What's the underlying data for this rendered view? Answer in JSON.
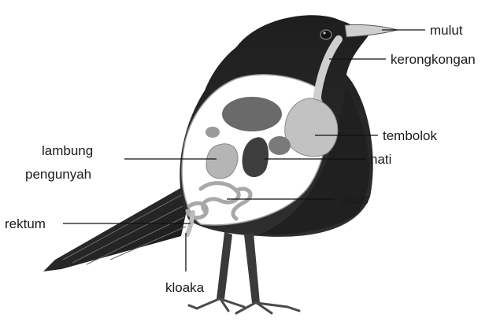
{
  "labels": {
    "mulut": "mulut",
    "kerongkongan": "kerongkongan",
    "tembolok": "tembolok",
    "hati": "hati",
    "lambung_line1": "lambung",
    "lambung_line2": "pengunyah",
    "usus": "usus",
    "rektum": "rektum",
    "kloaka": "kloaka"
  },
  "colors": {
    "plumage_dark": "#2a2a2a",
    "body_cavity": "#ffffff",
    "organ_light": "#b9b9b9",
    "organ_dark": "#4a4a4a",
    "crop": "#c2c2c2"
  }
}
